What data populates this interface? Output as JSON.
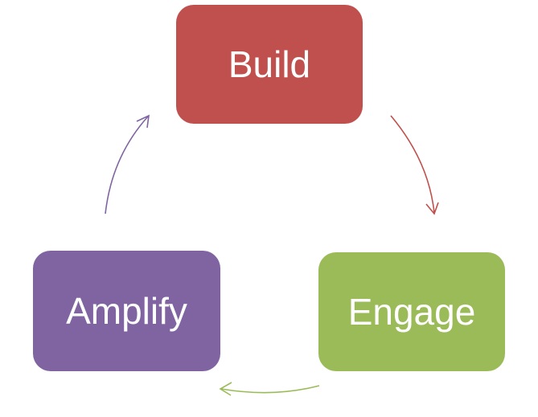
{
  "diagram": {
    "nodes": [
      {
        "id": "build",
        "label": "Build",
        "color": "#c0504d"
      },
      {
        "id": "engage",
        "label": "Engage",
        "color": "#9bbb59"
      },
      {
        "id": "amplify",
        "label": "Amplify",
        "color": "#8064a2"
      }
    ],
    "edges": [
      {
        "from": "build",
        "to": "engage",
        "color": "#c0504d"
      },
      {
        "from": "engage",
        "to": "amplify",
        "color": "#9bbb59"
      },
      {
        "from": "amplify",
        "to": "build",
        "color": "#8064a2"
      }
    ]
  }
}
